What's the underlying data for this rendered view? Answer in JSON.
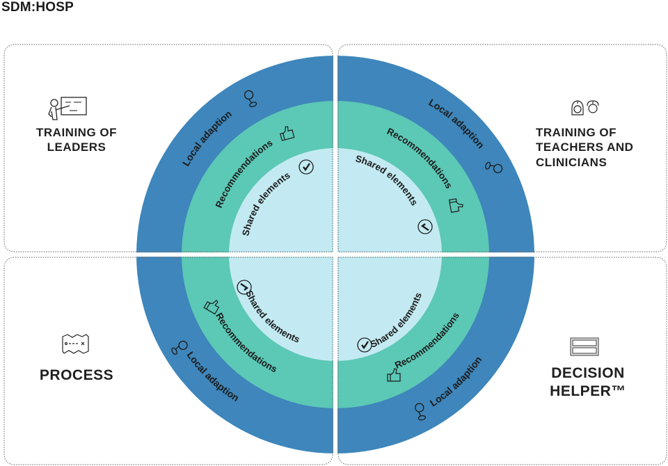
{
  "brand": "SDM:HOSP",
  "colors": {
    "outer_ring": "#3e86bb",
    "middle_ring": "#5cc8b6",
    "inner_circle": "#c3eaf2",
    "text": "#1b1b1b",
    "box_border": "#8a8a8a"
  },
  "quadrants": [
    {
      "id": "top-left",
      "title_lines": [
        "TRAINING OF",
        "LEADERS"
      ],
      "icon": "teacher-at-board-icon"
    },
    {
      "id": "top-right",
      "title_lines": [
        "TRAINING OF",
        "TEACHERS AND",
        "CLINICIANS"
      ],
      "icon": "nurse-and-doctor-icon"
    },
    {
      "id": "bottom-left",
      "title_lines": [
        "PROCESS"
      ],
      "icon": "route-map-icon"
    },
    {
      "id": "bottom-right",
      "title_lines": [
        "DECISION",
        "HELPER™"
      ],
      "icon": "form-fields-icon"
    }
  ],
  "rings": {
    "outer": {
      "label": "Local adaption",
      "icon": "map-pin-icon"
    },
    "middle": {
      "label": "Recommendations",
      "icon": "thumbs-up-icon"
    },
    "inner": {
      "label": "Shared elements",
      "icon": "checkmark-circle-icon"
    }
  }
}
